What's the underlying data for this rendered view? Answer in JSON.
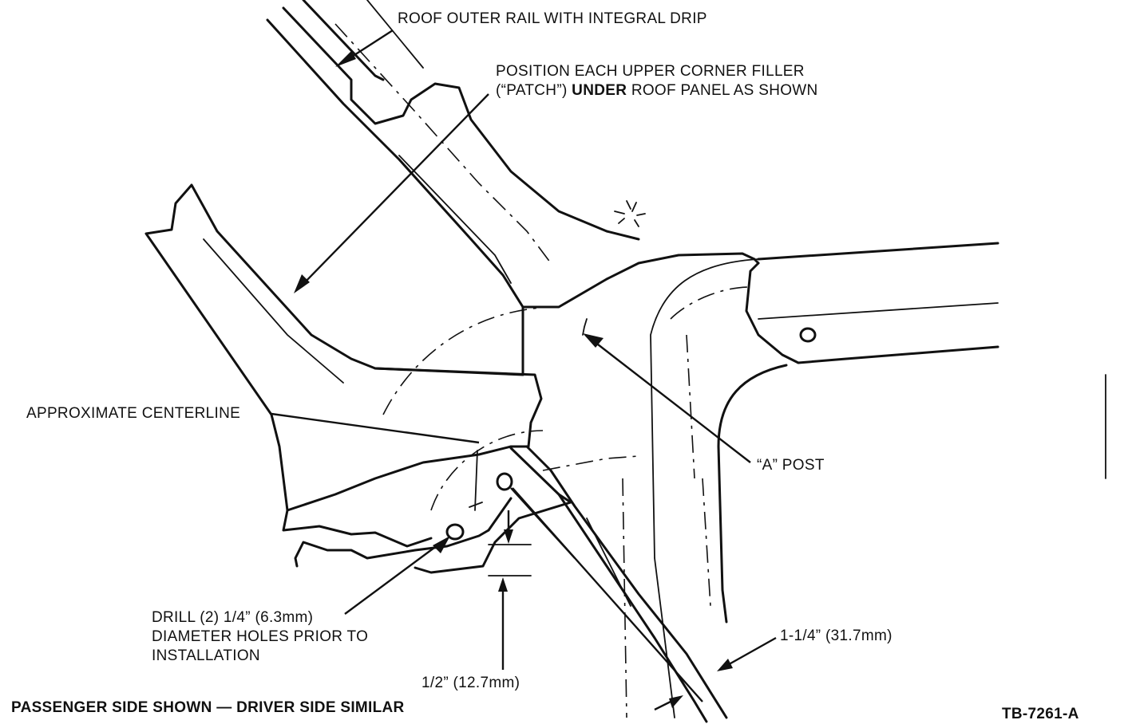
{
  "labels": {
    "roof_rail": "ROOF OUTER RAIL WITH INTEGRAL DRIP",
    "position_line1": "POSITION EACH UPPER CORNER FILLER",
    "position_line2_pre": "(“PATCH”) ",
    "position_line2_bold": "UNDER",
    "position_line2_post": " ROOF PANEL AS SHOWN",
    "centerline": "APPROXIMATE CENTERLINE",
    "a_post": "“A” POST",
    "drill_line1": "DRILL (2) 1/4” (6.3mm)",
    "drill_line2": "DIAMETER HOLES PRIOR TO",
    "drill_line3": "INSTALLATION",
    "dim_half": "1/2” (12.7mm)",
    "dim_one_quarter": "1-1/4” (31.7mm)",
    "footer_note": "PASSENGER SIDE SHOWN — DRIVER SIDE SIMILAR",
    "figure_id": "TB-7261-A"
  }
}
